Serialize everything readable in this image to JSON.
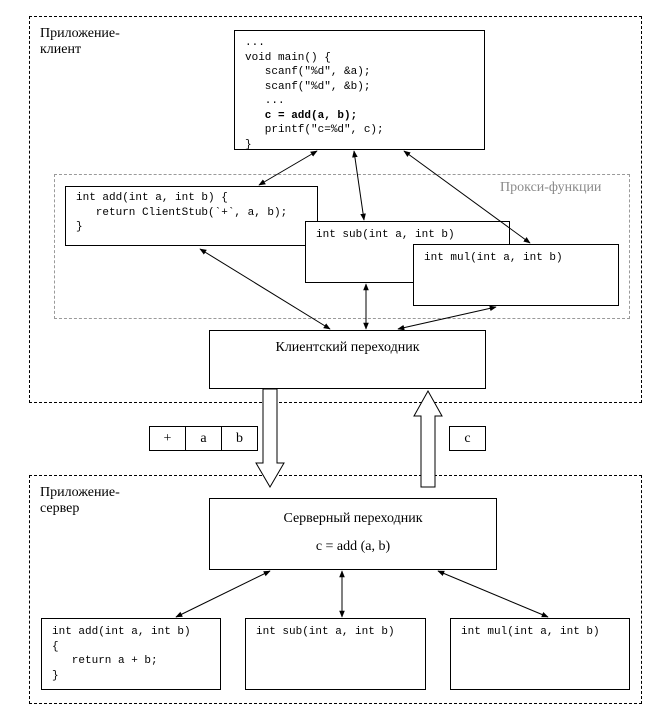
{
  "client_app": {
    "label": "Приложение-\nклиент",
    "main_code": {
      "line1": "...",
      "line2": "void main() {",
      "line3": "   scanf(\"%d\", &a);",
      "line4": "   scanf(\"%d\", &b);",
      "line5": "   ...",
      "line6": "   c = add(a, b);",
      "line7": "   printf(\"c=%d\", c);",
      "line8": "}"
    },
    "proxy_group_label": "Прокси-функции",
    "proxy_add": "int add(int a, int b) {\n   return ClientStub(`+`, a, b);\n}",
    "proxy_sub": "int sub(int a, int b)",
    "proxy_mul": "int mul(int a, int b)",
    "client_stub_label": "Клиентский переходник"
  },
  "message": {
    "request_cells": [
      "+",
      "a",
      "b"
    ],
    "response_cells": [
      "c"
    ]
  },
  "server_app": {
    "label": "Приложение-\nсервер",
    "server_stub_label": "Серверный переходник",
    "server_stub_call": "c = add (a, b)",
    "func_add": "int add(int a, int b)\n{\n   return a + b;\n}",
    "func_sub": "int sub(int a, int b)",
    "func_mul": "int mul(int a, int b)"
  }
}
